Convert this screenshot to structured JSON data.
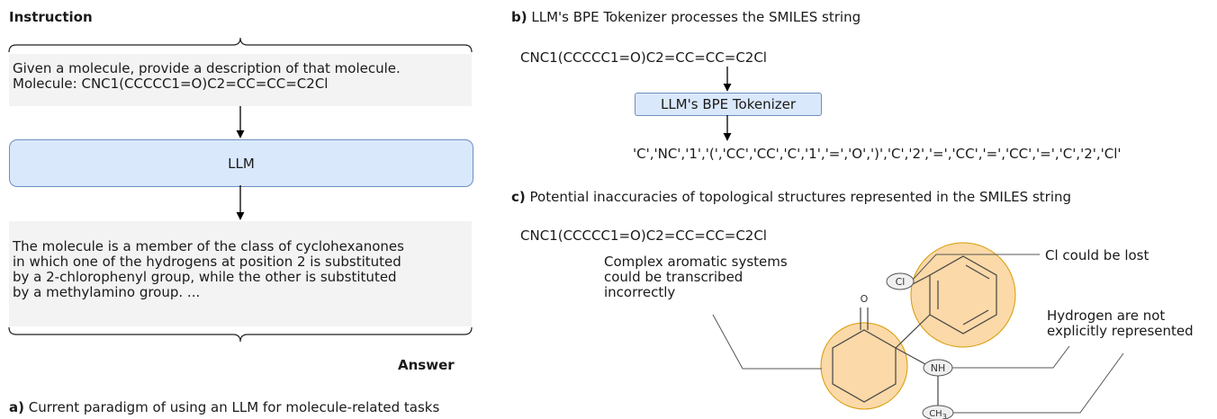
{
  "panel_a": {
    "instruction_heading": "Instruction",
    "instruction_text": "Given a molecule, provide a description of that molecule.\nMolecule: CNC1(CCCCC1=O)C2=CC=CC=C2Cl",
    "llm_label": "LLM",
    "answer_text": "The molecule is a member of the class of cyclohexanones\nin which one of the hydrogens at position 2 is substituted\nby a 2-chlorophenyl group, while the other is substituted\nby a methylamino group. ...",
    "answer_heading": "Answer",
    "caption_label": "a)",
    "caption_text": "Current paradigm of using an LLM for molecule-related tasks"
  },
  "panel_b": {
    "caption_label": "b)",
    "caption_text": "LLM's BPE Tokenizer processes the SMILES string",
    "smiles": "CNC1(CCCCC1=O)C2=CC=CC=C2Cl",
    "tokenizer_label": "LLM's BPE Tokenizer",
    "tokens": "'C','NC','1','(','CC','CC','C','1','=','O',')','C','2','=','CC','=','CC','=','C','2','Cl'"
  },
  "panel_c": {
    "caption_label": "c)",
    "caption_text": "Potential inaccuracies of topological structures represented in the SMILES string",
    "smiles": "CNC1(CCCCC1=O)C2=CC=CC=C2Cl",
    "note_aromatic": "Complex aromatic systems\ncould be transcribed\nincorrectly",
    "note_cl": "Cl could be lost",
    "note_hydrogen": "Hydrogen are not\nexplicitly represented",
    "atom_o": "O",
    "atom_cl": "Cl",
    "atom_nh": "NH",
    "atom_ch3": "CH3",
    "colors": {
      "highlight_fill": "#fbd9a8",
      "highlight_stroke": "#d79b00",
      "llm_fill": "#dae8fc",
      "llm_stroke": "#6c8ebf"
    }
  }
}
